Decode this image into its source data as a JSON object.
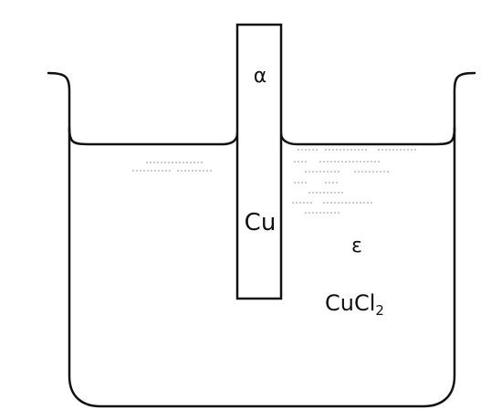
{
  "labels": {
    "alpha": "α",
    "electrode": "Cu",
    "epsilon": "ε",
    "solution_main": "CuCl",
    "solution_subscript": "2"
  },
  "colors": {
    "stroke": "#111111",
    "background": "#ffffff",
    "faint_marks": "#9a9a9a"
  }
}
